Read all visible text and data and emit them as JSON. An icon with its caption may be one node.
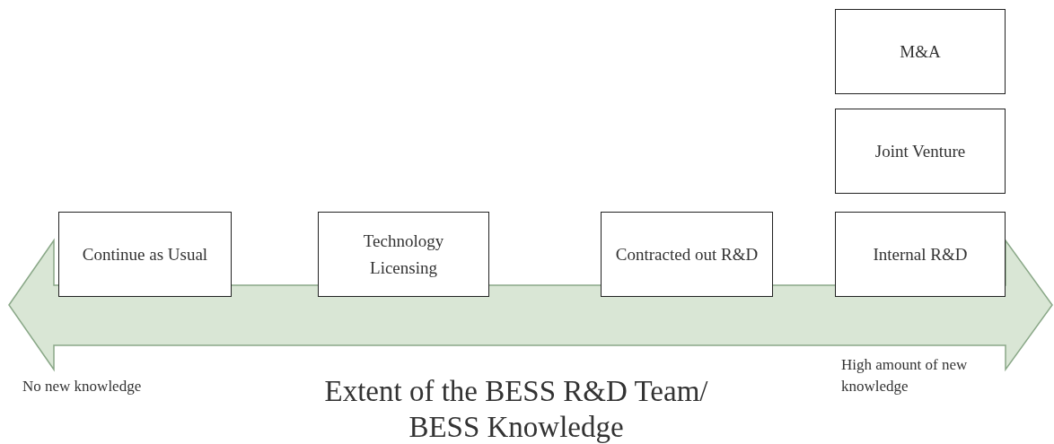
{
  "diagram": {
    "nodes": [
      {
        "text": [
          "M&A"
        ]
      },
      {
        "text": [
          "Joint Venture"
        ]
      },
      {
        "text": [
          "Continue as Usual"
        ]
      },
      {
        "text": [
          "Technology Licensing"
        ]
      },
      {
        "text": [
          "Contracted out R&D"
        ]
      },
      {
        "text": [
          "Internal R&D"
        ]
      }
    ],
    "edges": [],
    "labels": [
      "No new knowledge",
      "Extent of the BESS R&D Team/ BESS Knowledge",
      "High amount of new knowledge"
    ]
  }
}
